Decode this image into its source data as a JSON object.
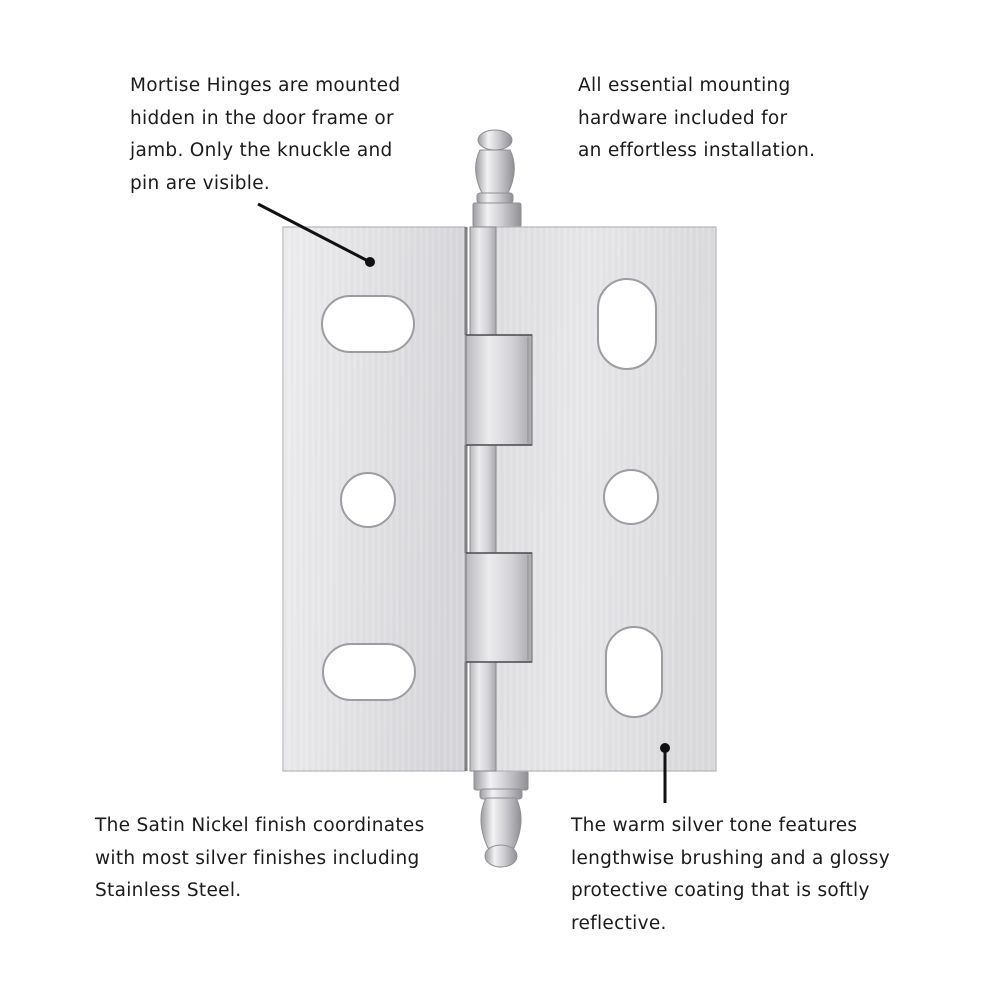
{
  "callouts": {
    "top_left": {
      "lines": [
        "Mortise Hinges are mounted",
        "hidden in the door frame or",
        "jamb. Only the knuckle and",
        "pin are visible."
      ]
    },
    "top_right": {
      "lines": [
        "All essential mounting",
        "hardware included for",
        "an effortless installation."
      ]
    },
    "bottom_left": {
      "lines": [
        "The Satin Nickel finish coordinates",
        "with most silver finishes including",
        "Stainless Steel."
      ]
    },
    "bottom_right": {
      "lines": [
        "The warm silver tone features",
        "lengthwise brushing and a glossy",
        "protective coating that is softly",
        "reflective."
      ]
    }
  },
  "colors": {
    "background": "#ffffff",
    "text": "#1a1a1a",
    "metal_light": "#e4e4e6",
    "metal_mid": "#cfcfd2",
    "metal_dark": "#a9a9ad",
    "pointer": "#111111"
  },
  "product": {
    "name": "mortise-hinge",
    "finish": "Satin Nickel"
  }
}
